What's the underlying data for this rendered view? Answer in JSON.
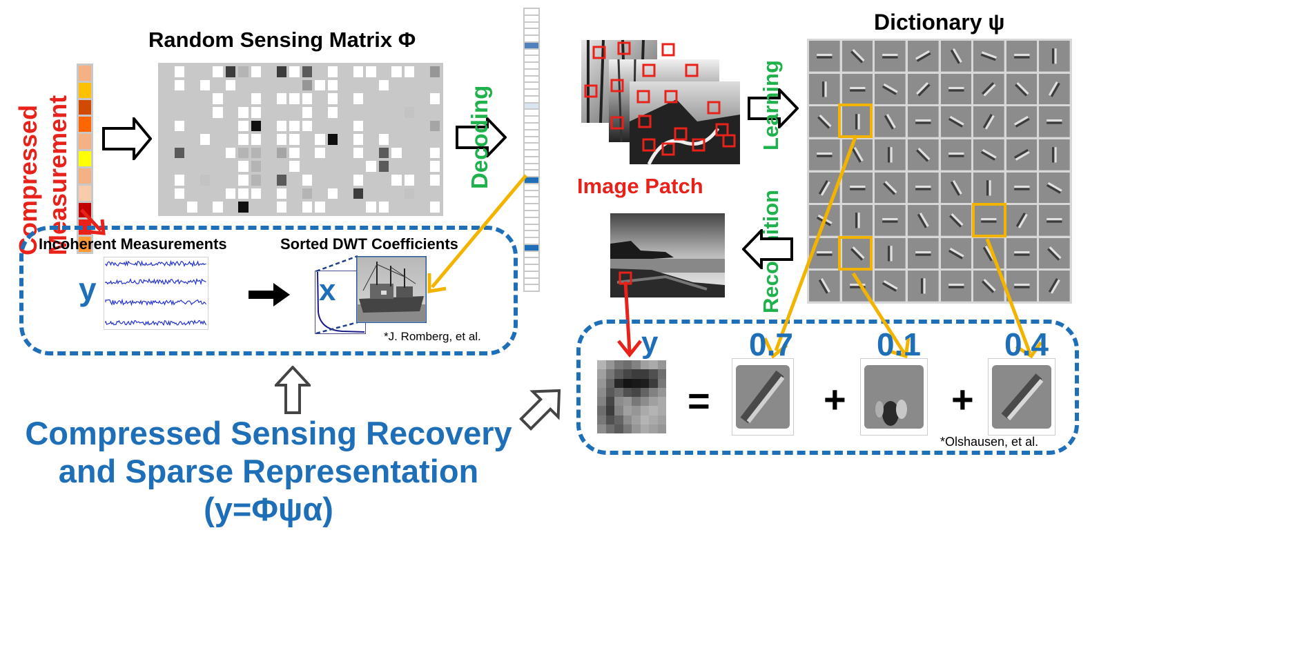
{
  "labels": {
    "matrix_title": "Random Sensing Matrix Φ",
    "compressed_line1": "Compressed",
    "compressed_line2": "Measurement",
    "decoding": "Decoding",
    "incoherent": "Incoherent Measurements",
    "sorted_dwt": "Sorted DWT Coefficients",
    "y_left": "y",
    "x_left": "x",
    "romberg": "*J. Romberg, et al.",
    "image_patch": "Image Patch",
    "learning": "Learning",
    "recognition": "Recognition",
    "dictionary": "Dictionary ψ",
    "y_right": "y",
    "coef1": "0.7",
    "coef2": "0.1",
    "coef3": "0.4",
    "equals": "=",
    "plus1": "+",
    "plus2": "+",
    "olshausen": "*Olshausen, et al.",
    "main_line1": "Compressed Sensing Recovery",
    "main_line2": "and Sparse Representation",
    "main_line3": "(y=Φψα)"
  },
  "colors": {
    "blue_text": "#1f6fb8",
    "red_text": "#e8221b",
    "green_text": "#1fb14b",
    "highlight_box": "#f2b400",
    "dashed_border": "#1f6fb8",
    "sensing_cell_gray": "#c8c8c8"
  },
  "measurement_vector_colors": [
    "#f4b183",
    "#ffc000",
    "#d04a02",
    "#ff6600",
    "#f4b183",
    "#ffff00",
    "#f4b183",
    "#f8cbad",
    "#c00000",
    "#e8221b",
    "#ff9933"
  ],
  "coefficient_vector_colors": [
    "#ffffff",
    "#ffffff",
    "#ffffff",
    "#ffffff",
    "#ffffff",
    "#4f81bd",
    "#ffffff",
    "#ffffff",
    "#ffffff",
    "#ffffff",
    "#ffffff",
    "#ffffff",
    "#ffffff",
    "#ffffff",
    "#dbe5f1",
    "#ffffff",
    "#ffffff",
    "#ffffff",
    "#ffffff",
    "#ffffff",
    "#ffffff",
    "#ffffff",
    "#ffffff",
    "#ffffff",
    "#ffffff",
    "#1f6fb8",
    "#ffffff",
    "#ffffff",
    "#ffffff",
    "#ffffff",
    "#ffffff",
    "#ffffff",
    "#ffffff",
    "#ffffff",
    "#ffffff",
    "#1f6fb8",
    "#ffffff",
    "#ffffff",
    "#ffffff",
    "#ffffff",
    "#ffffff",
    "#ffffff"
  ],
  "sensing_matrix": [
    [
      0,
      15,
      0,
      0,
      15,
      4,
      12,
      15,
      0,
      4,
      15,
      6,
      0,
      15,
      0,
      15,
      15,
      0,
      15,
      15,
      0,
      10
    ],
    [
      0,
      15,
      0,
      15,
      0,
      15,
      0,
      0,
      0,
      0,
      0,
      10,
      15,
      15,
      0,
      0,
      0,
      15,
      0,
      0,
      0,
      0
    ],
    [
      0,
      0,
      0,
      0,
      15,
      0,
      0,
      15,
      0,
      15,
      15,
      15,
      0,
      15,
      0,
      15,
      0,
      0,
      0,
      0,
      0,
      15
    ],
    [
      0,
      0,
      0,
      0,
      15,
      0,
      15,
      15,
      0,
      0,
      0,
      15,
      0,
      15,
      0,
      0,
      0,
      0,
      0,
      13,
      0,
      0
    ],
    [
      0,
      15,
      0,
      0,
      0,
      0,
      15,
      1,
      0,
      15,
      15,
      15,
      0,
      0,
      0,
      15,
      0,
      0,
      0,
      0,
      0,
      11
    ],
    [
      0,
      0,
      0,
      15,
      0,
      0,
      15,
      15,
      0,
      15,
      15,
      0,
      15,
      1,
      0,
      15,
      0,
      15,
      0,
      0,
      0,
      0
    ],
    [
      0,
      6,
      0,
      0,
      0,
      15,
      12,
      12,
      0,
      11,
      15,
      0,
      15,
      0,
      0,
      15,
      0,
      6,
      15,
      0,
      0,
      15
    ],
    [
      0,
      0,
      0,
      0,
      0,
      0,
      15,
      12,
      0,
      0,
      15,
      0,
      0,
      0,
      0,
      0,
      15,
      6,
      0,
      0,
      0,
      15
    ],
    [
      0,
      15,
      0,
      13,
      0,
      0,
      15,
      12,
      0,
      6,
      0,
      15,
      0,
      0,
      0,
      15,
      0,
      0,
      15,
      15,
      0,
      15
    ],
    [
      0,
      15,
      0,
      0,
      0,
      15,
      15,
      15,
      0,
      15,
      0,
      12,
      0,
      15,
      0,
      4,
      0,
      0,
      0,
      13,
      0,
      0
    ],
    [
      0,
      0,
      15,
      0,
      15,
      0,
      1,
      0,
      0,
      15,
      0,
      15,
      15,
      0,
      0,
      0,
      15,
      15,
      0,
      0,
      0,
      15
    ]
  ],
  "dictionary_atoms": [
    [
      0,
      45,
      0,
      -30,
      60,
      20,
      0,
      90
    ],
    [
      90,
      0,
      30,
      -45,
      0,
      135,
      45,
      -60
    ],
    [
      45,
      90,
      60,
      0,
      30,
      120,
      -30,
      0
    ],
    [
      0,
      60,
      90,
      45,
      0,
      30,
      150,
      90
    ],
    [
      120,
      0,
      45,
      0,
      60,
      90,
      0,
      30
    ],
    [
      30,
      90,
      0,
      60,
      45,
      0,
      120,
      0
    ],
    [
      0,
      45,
      90,
      0,
      30,
      60,
      0,
      45
    ],
    [
      60,
      0,
      30,
      90,
      0,
      45,
      0,
      120
    ]
  ]
}
